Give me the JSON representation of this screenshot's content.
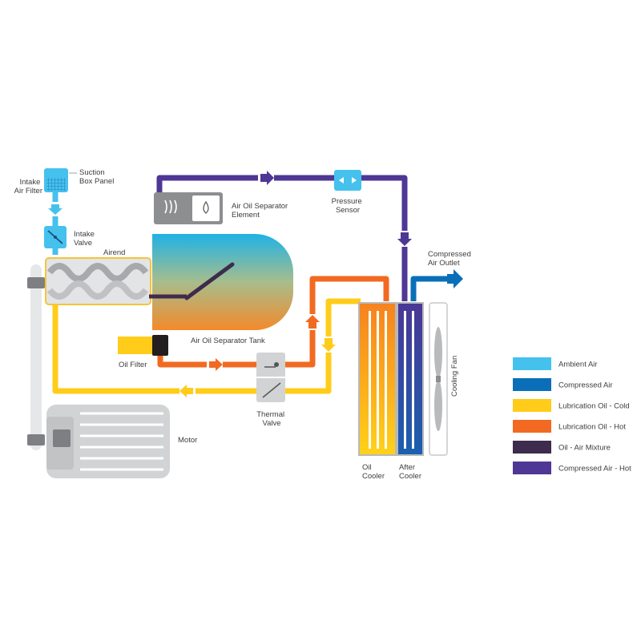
{
  "labels": {
    "intake_air_filter": [
      "Intake",
      "Air Filter"
    ],
    "suction_box_panel": [
      "Suction",
      "Box Panel"
    ],
    "intake_valve": [
      "Intake",
      "Valve"
    ],
    "airend": "Airend",
    "separator_element": [
      "Air Oil Separator",
      "Element"
    ],
    "pressure_sensor": [
      "Pressure",
      "Sensor"
    ],
    "compressed_air_outlet": [
      "Compressed",
      "Air Outlet"
    ],
    "separator_tank": "Air Oil Separator Tank",
    "oil_filter": "Oil Filter",
    "thermal_valve": [
      "Thermal",
      "Valve"
    ],
    "motor": "Motor",
    "oil_cooler": [
      "Oil",
      "Cooler"
    ],
    "after_cooler": [
      "After",
      "Cooler"
    ],
    "cooling_fan": "Cooling Fan"
  },
  "legend": [
    {
      "label": "Ambient Air",
      "color": "#45c1ee"
    },
    {
      "label": "Compressed Air",
      "color": "#0a6fb8"
    },
    {
      "label": "Lubrication Oil - Cold",
      "color": "#ffcc1a"
    },
    {
      "label": "Lubrication Oil - Hot",
      "color": "#f26a21"
    },
    {
      "label": "Oil - Air Mixture",
      "color": "#3d2c4d"
    },
    {
      "label": "Compressed Air - Hot",
      "color": "#4e3795"
    }
  ],
  "colors": {
    "ambient_air": "#45c1ee",
    "compressed_air": "#0a6fb8",
    "oil_cold": "#ffcc1a",
    "oil_hot": "#f26a21",
    "oil_air_mixture": "#3d2c4d",
    "compressed_air_hot": "#4e3795",
    "machine_grey": "#d2d3d5"
  }
}
